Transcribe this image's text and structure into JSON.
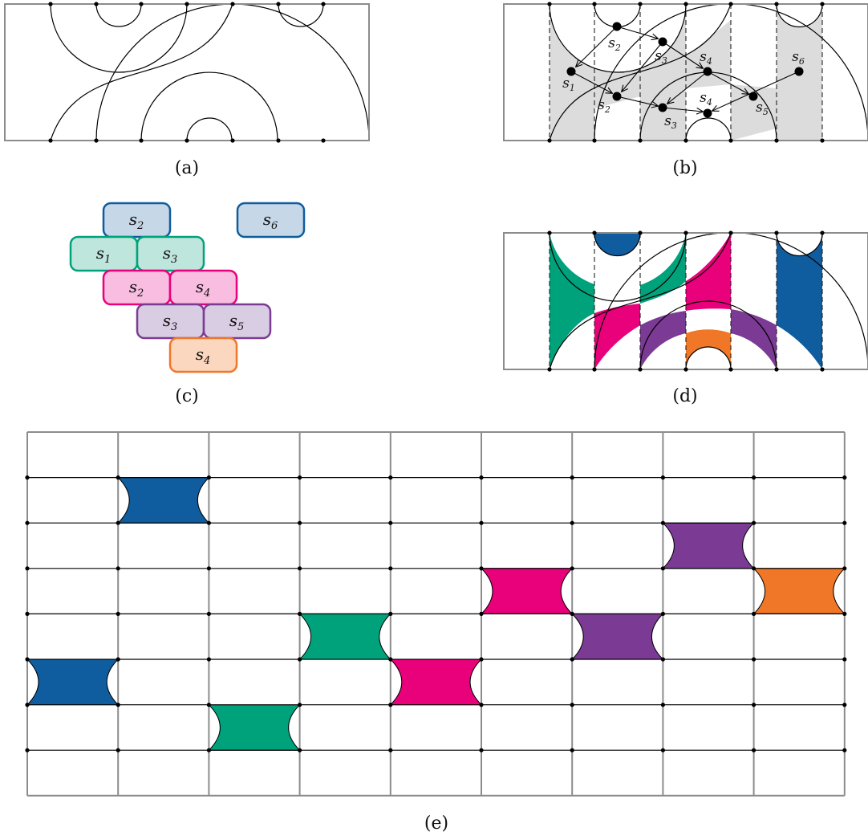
{
  "captions": {
    "a": "(a)",
    "b": "(b)",
    "c": "(c)",
    "d": "(d)",
    "e": "(e)"
  },
  "sym": "s",
  "panel_b": {
    "nodes": [
      {
        "id": "s2top",
        "sub": "2"
      },
      {
        "id": "s3top",
        "sub": "3"
      },
      {
        "id": "s4top",
        "sub": "4"
      },
      {
        "id": "s6",
        "sub": "6"
      },
      {
        "id": "s1",
        "sub": "1"
      },
      {
        "id": "s2mid",
        "sub": "2"
      },
      {
        "id": "s5",
        "sub": "5"
      },
      {
        "id": "s3bot",
        "sub": "3"
      },
      {
        "id": "s4bot",
        "sub": "4"
      }
    ]
  },
  "panel_c": {
    "tiles": [
      {
        "id": "t-s2a",
        "sub": "2",
        "color": "blue"
      },
      {
        "id": "t-s6",
        "sub": "6",
        "color": "blue"
      },
      {
        "id": "t-s1",
        "sub": "1",
        "color": "green"
      },
      {
        "id": "t-s3a",
        "sub": "3",
        "color": "green"
      },
      {
        "id": "t-s2b",
        "sub": "2",
        "color": "magenta"
      },
      {
        "id": "t-s4a",
        "sub": "4",
        "color": "magenta"
      },
      {
        "id": "t-s3b",
        "sub": "3",
        "color": "purple"
      },
      {
        "id": "t-s5",
        "sub": "5",
        "color": "purple"
      },
      {
        "id": "t-s4b",
        "sub": "4",
        "color": "orange"
      }
    ]
  },
  "colors": {
    "blue": "#0f5c9e",
    "green": "#00a27b",
    "magenta": "#e9007b",
    "purple": "#7b3a94",
    "orange": "#f07628",
    "blue_light": "#c6d7e7",
    "green_light": "#bfe6dc",
    "magenta_light": "#f8bde0",
    "purple_light": "#d9cde3",
    "orange_light": "#fcd7c0",
    "gray_band": "#dcdcdc"
  },
  "panel_e": {
    "tiles": [
      {
        "col": 1,
        "row": 1,
        "color": "blue"
      },
      {
        "col": 0,
        "row": 5,
        "color": "blue"
      },
      {
        "col": 2,
        "row": 6,
        "color": "green"
      },
      {
        "col": 3,
        "row": 4,
        "color": "green"
      },
      {
        "col": 4,
        "row": 5,
        "color": "magenta"
      },
      {
        "col": 5,
        "row": 3,
        "color": "magenta"
      },
      {
        "col": 6,
        "row": 4,
        "color": "purple"
      },
      {
        "col": 7,
        "row": 2,
        "color": "purple"
      },
      {
        "col": 8,
        "row": 3,
        "color": "orange"
      }
    ]
  }
}
